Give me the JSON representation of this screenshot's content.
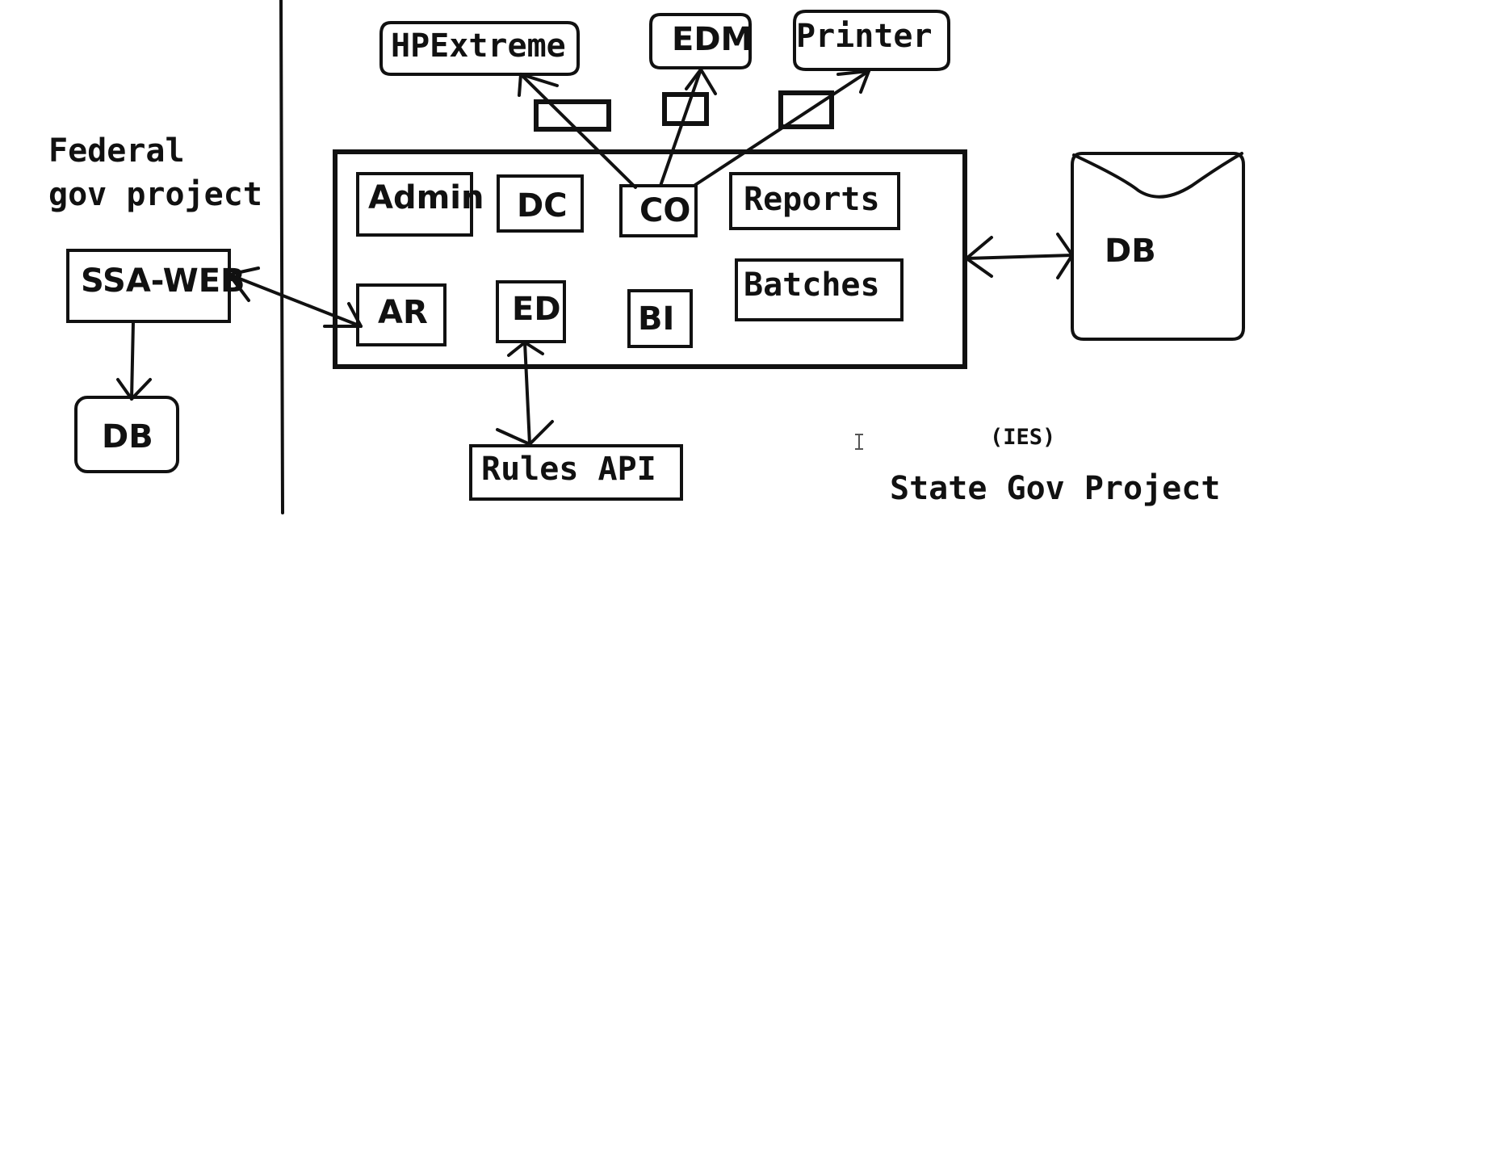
{
  "federal": {
    "title_line1": "Federal",
    "title_line2": "gov project",
    "ssa_web": "SSA-WEB",
    "db": "DB"
  },
  "state": {
    "modules": {
      "admin": "Admin",
      "dc": "DC",
      "co": "CO",
      "reports": "Reports",
      "ar": "AR",
      "ed": "ED",
      "bi": "BI",
      "batches": "Batches"
    },
    "external": {
      "hpextreme": "HPExtreme",
      "edm": "EDM",
      "printer": "Printer"
    },
    "rules_api": "Rules API",
    "db": "DB",
    "ies": "(IES)",
    "project_title": "State Gov Project"
  }
}
